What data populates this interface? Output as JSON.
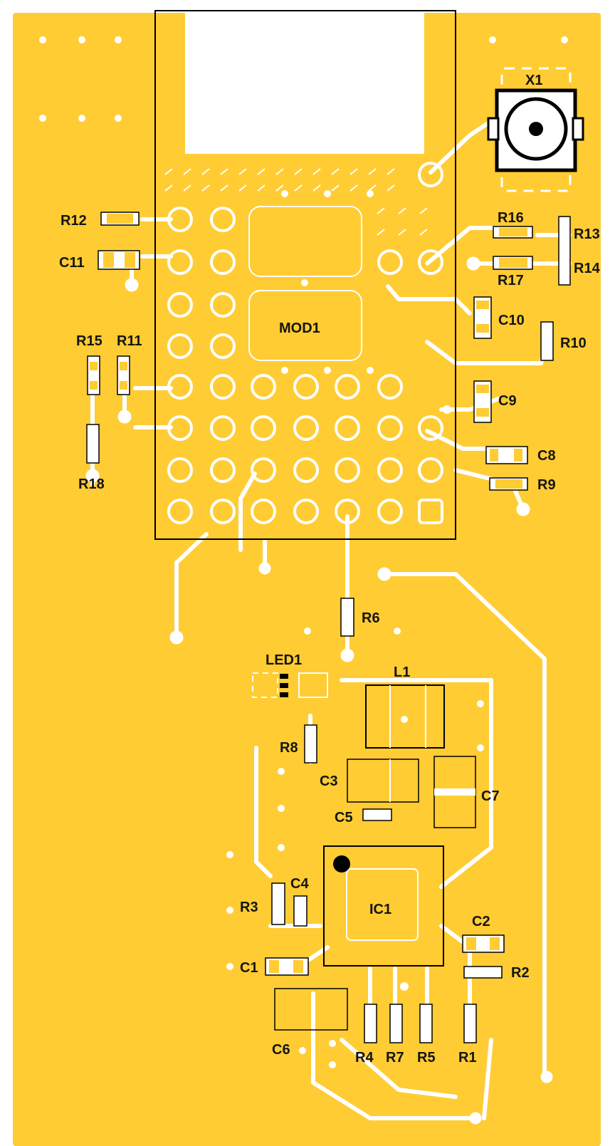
{
  "board": {
    "colors": {
      "copper": "#FFCC33",
      "background": "#FFFFFF",
      "outline": "#000000",
      "silkscreen": "#141414",
      "clearance": "#FFFFFF"
    },
    "module_label": "MOD1",
    "ic_label": "IC1",
    "connector_label": "X1",
    "inductor_label": "L1",
    "led_label": "LED1"
  },
  "labels": {
    "r1": "R1",
    "r2": "R2",
    "r3": "R3",
    "r4": "R4",
    "r5": "R5",
    "r6": "R6",
    "r7": "R7",
    "r8": "R8",
    "r9": "R9",
    "r10": "R10",
    "r11": "R11",
    "r12": "R12",
    "r13": "R13",
    "r14": "R14",
    "r15": "R15",
    "r16": "R16",
    "r17": "R17",
    "r18": "R18",
    "c1": "C1",
    "c2": "C2",
    "c3": "C3",
    "c4": "C4",
    "c5": "C5",
    "c6": "C6",
    "c7": "C7",
    "c8": "C8",
    "c9": "C9",
    "c10": "C10",
    "c11": "C11"
  }
}
